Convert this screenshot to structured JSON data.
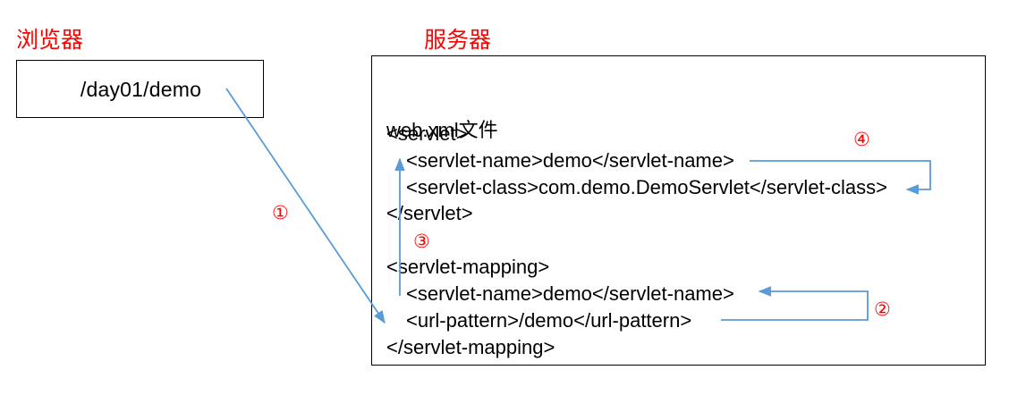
{
  "diagram": {
    "title_browser": "浏览器",
    "title_server": "服务器"
  },
  "browser": {
    "url_value": "/day01/demo"
  },
  "server": {
    "file_label": "web.xml文件",
    "code_lines": [
      {
        "text": "<servlet>",
        "indent": 0
      },
      {
        "text": "<servlet-name>demo</servlet-name>",
        "indent": 1
      },
      {
        "text": "<servlet-class>com.demo.DemoServlet</servlet-class>",
        "indent": 1
      },
      {
        "text": "</servlet>",
        "indent": 0
      },
      {
        "text": "<servlet-mapping>",
        "indent": 0
      },
      {
        "text": "<servlet-name>demo</servlet-name>",
        "indent": 1
      },
      {
        "text": "<url-pattern>/demo</url-pattern>",
        "indent": 1
      },
      {
        "text": "</servlet-mapping>",
        "indent": 0
      }
    ]
  },
  "annotations": {
    "marker_1": "①",
    "marker_2": "②",
    "marker_3": "③",
    "marker_4": "④"
  },
  "colors": {
    "label_red": "#FF0000",
    "arrow_blue": "#5B9BD5",
    "box_border": "#000000",
    "text_black": "#000000"
  }
}
